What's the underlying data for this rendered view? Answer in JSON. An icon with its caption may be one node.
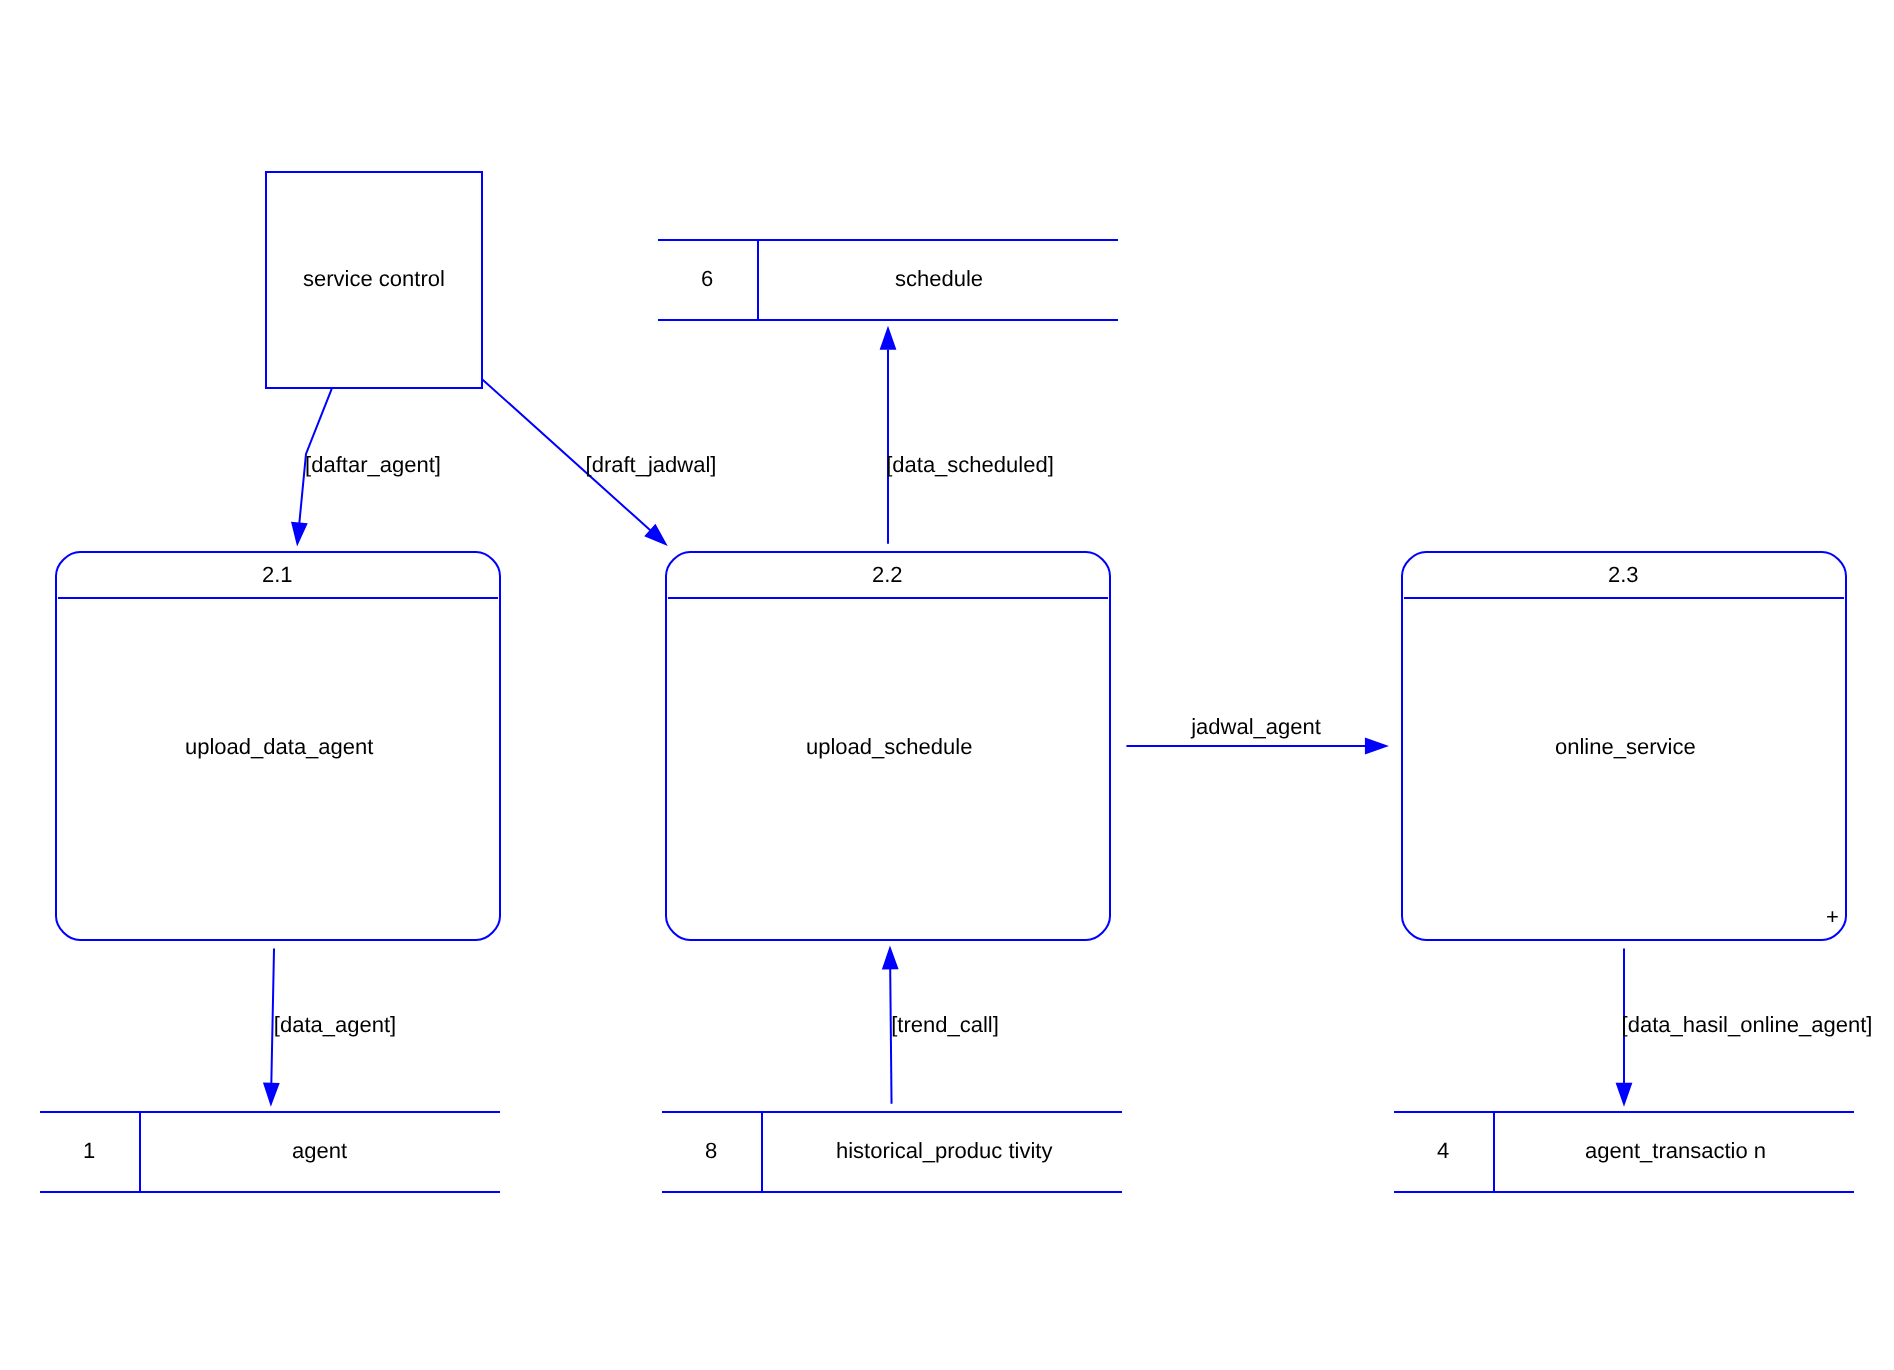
{
  "diagram": {
    "nodes": [
      {
        "text": [
          "service control"
        ]
      },
      {
        "text": [
          "2.1",
          "upload_data_agent"
        ]
      },
      {
        "text": [
          "2.2",
          "upload_schedule"
        ]
      },
      {
        "text": [
          "2.3",
          "online_service",
          "+"
        ]
      },
      {
        "text": [
          "6",
          "schedule"
        ]
      },
      {
        "text": [
          "1",
          "agent"
        ]
      },
      {
        "text": [
          "8",
          "historical_produc tivity"
        ]
      },
      {
        "text": [
          "4",
          "agent_transactio n"
        ]
      }
    ],
    "edges": [
      {
        "from": 0,
        "to": 1,
        "arrow": "to",
        "label": "[daftar_agent]"
      },
      {
        "from": 0,
        "to": 2,
        "arrow": "to",
        "label": "[draft_jadwal]"
      },
      {
        "from": 2,
        "to": 4,
        "arrow": "to",
        "label": "[data_scheduled]"
      },
      {
        "from": 2,
        "to": 3,
        "arrow": "to",
        "label": "jadwal_agent"
      },
      {
        "from": 1,
        "to": 5,
        "arrow": "to",
        "label": "[data_agent]"
      },
      {
        "from": 6,
        "to": 2,
        "arrow": "to",
        "label": "[trend_call]"
      },
      {
        "from": 3,
        "to": 7,
        "arrow": "to",
        "label": "[data_hasil_online_agent]"
      }
    ]
  }
}
